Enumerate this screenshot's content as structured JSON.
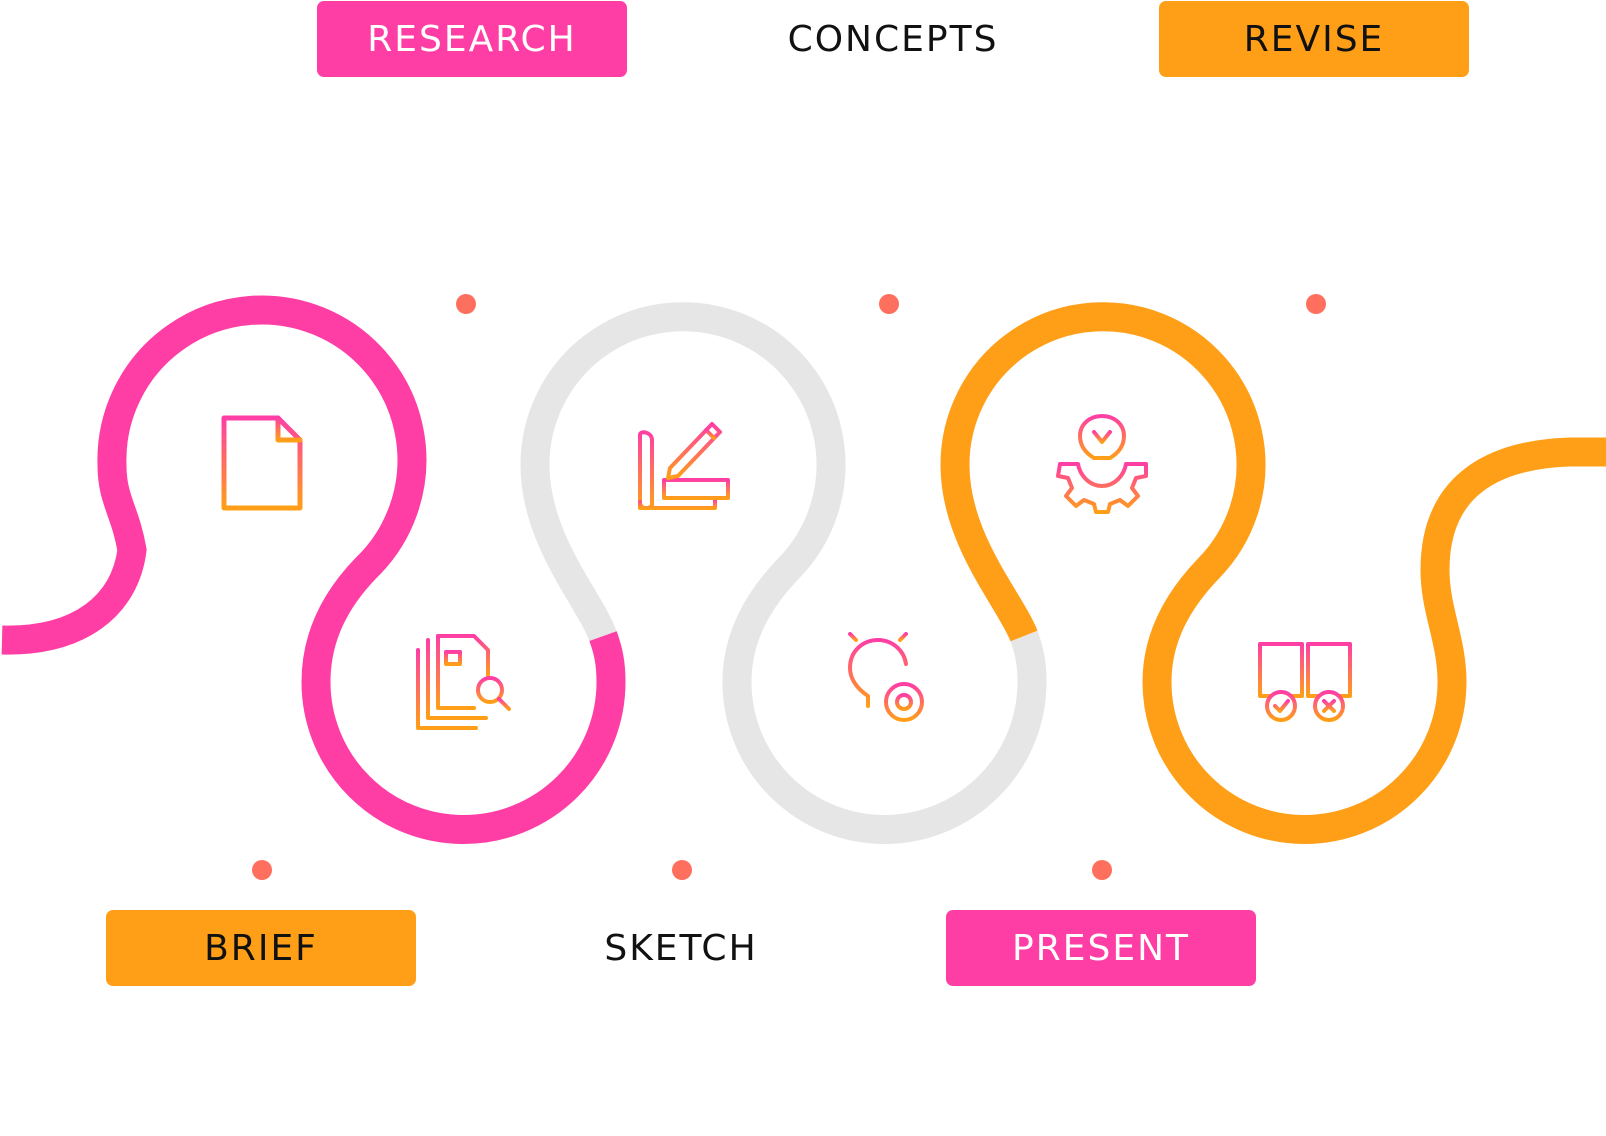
{
  "steps": [
    {
      "label": "BRIEF",
      "icon": "document-icon",
      "style": "orange"
    },
    {
      "label": "RESEARCH",
      "icon": "document-search-icon",
      "style": "pink"
    },
    {
      "label": "SKETCH",
      "icon": "blueprint-pencil-icon",
      "style": "plain"
    },
    {
      "label": "CONCEPTS",
      "icon": "lightbulb-gear-icon",
      "style": "plain"
    },
    {
      "label": "REVISE",
      "icon": "idea-gear-icon",
      "style": "orange"
    },
    {
      "label": "PRESENT",
      "icon": "compare-sheets-icon",
      "style": "pink"
    }
  ],
  "colors": {
    "pink": "#ff3ea5",
    "orange": "#ff9f17",
    "gray": "#e6e6e6",
    "dot": "#ff6f5e",
    "icon_gradient_start": "#ff3ea5",
    "icon_gradient_end": "#ff9f17"
  }
}
